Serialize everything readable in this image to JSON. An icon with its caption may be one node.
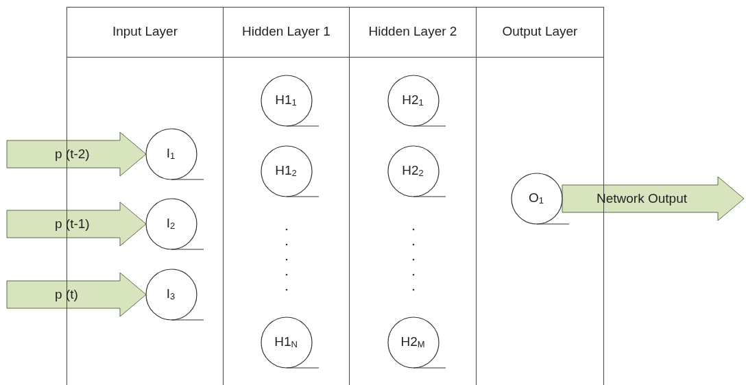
{
  "diagram": {
    "nodes": [
      {
        "text": [
          "Input Layer"
        ]
      },
      {
        "text": [
          "Hidden Layer 1"
        ]
      },
      {
        "text": [
          "Hidden Layer 2"
        ]
      },
      {
        "text": [
          "Output Layer"
        ]
      },
      {
        "text": [
          "I$_{1}$"
        ],
        "in": 0
      },
      {
        "text": [
          "I$_{2}$"
        ],
        "in": 0
      },
      {
        "text": [
          "I$_{3}$"
        ],
        "in": 0
      },
      {
        "text": [
          "H1$_{1}$"
        ],
        "in": 1
      },
      {
        "text": [
          "H1$_{2}$"
        ],
        "in": 1
      },
      {
        "text": [
          "H1$_{N}$"
        ],
        "in": 1
      },
      {
        "text": [
          "H2$_{1}$"
        ],
        "in": 2
      },
      {
        "text": [
          "H2$_{2}$"
        ],
        "in": 2
      },
      {
        "text": [
          "H2$_{M}$"
        ],
        "in": 2
      },
      {
        "text": [
          "O$_{1}$"
        ],
        "in": 3
      }
    ],
    "edges": [
      {
        "from": null,
        "to": 4,
        "arrow": "to",
        "label": "p (t-2)"
      },
      {
        "from": null,
        "to": 5,
        "arrow": "to",
        "label": "p (t-1)"
      },
      {
        "from": null,
        "to": 6,
        "arrow": "to",
        "label": "p (t)"
      },
      {
        "from": 13,
        "to": null,
        "arrow": "to",
        "label": "Network Output"
      }
    ]
  }
}
